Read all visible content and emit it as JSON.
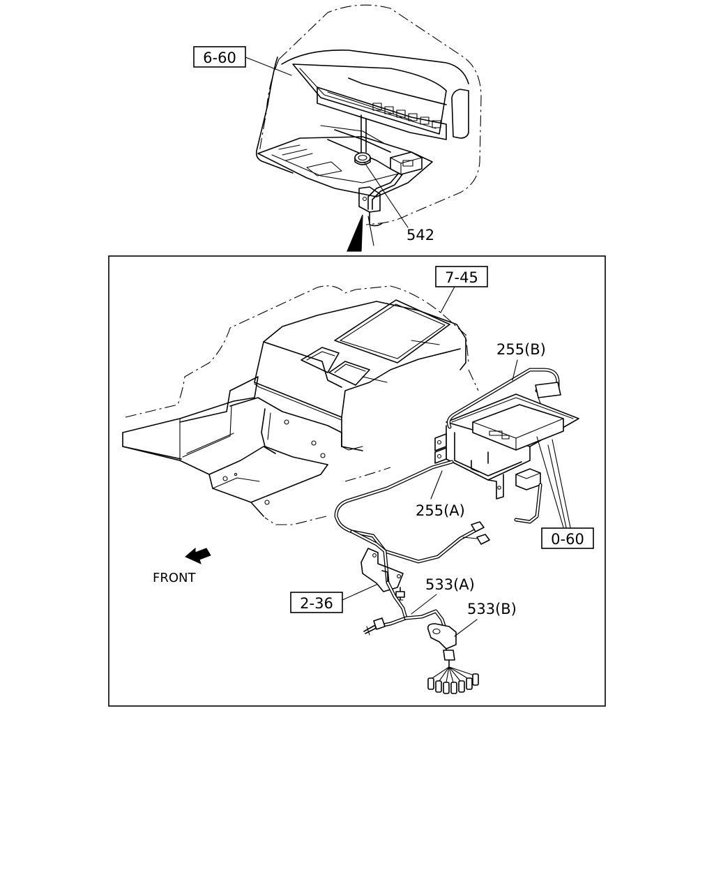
{
  "callouts": {
    "ref_6_60": "6-60",
    "ref_542": "542",
    "ref_7_45": "7-45",
    "ref_255_b": "255(B)",
    "ref_255_a": "255(A)",
    "ref_0_60": "0-60",
    "ref_2_36": "2-36",
    "ref_533_a": "533(A)",
    "ref_533_b": "533(B)"
  },
  "direction": {
    "front_label": "FRONT",
    "icon": "front-arrow-icon"
  }
}
